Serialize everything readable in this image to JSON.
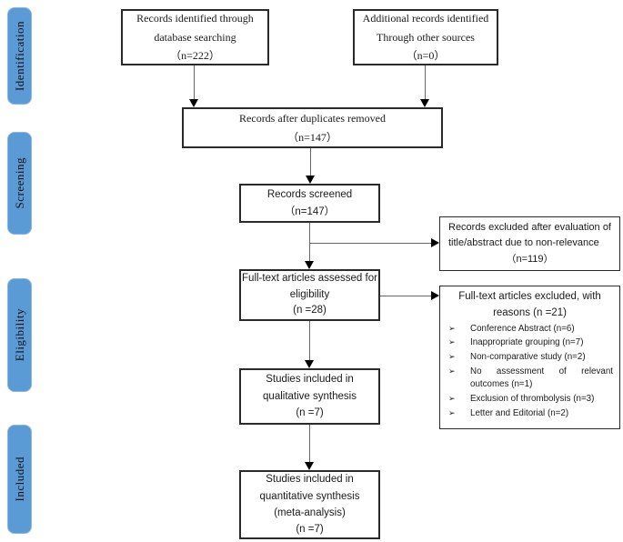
{
  "colors": {
    "stage_ribbon": "#5b9bd5",
    "box_border": "#2a2a2a",
    "arrow": "#000000"
  },
  "sidebar": {
    "items": [
      {
        "label": "Identification"
      },
      {
        "label": "Screening"
      },
      {
        "label": "Eligibility"
      },
      {
        "label": "Included"
      }
    ]
  },
  "boxes": {
    "db_search": {
      "lines": [
        "Records identified through",
        "database searching",
        "（n=222）"
      ]
    },
    "other_sources": {
      "lines": [
        "Additional records identified",
        "Through other sources",
        "（n=0）"
      ]
    },
    "duplicates_removed": {
      "lines": [
        "Records after duplicates removed",
        "（n=147）"
      ]
    },
    "records_screened": {
      "lines": [
        "Records screened",
        "（n=147）"
      ]
    },
    "records_excluded": {
      "body": "Records excluded after evaluation of title/abstract due to non-relevance",
      "count": "（n=119）"
    },
    "fulltext_assessed": {
      "lines": [
        "Full-text articles assessed for",
        "eligibility",
        "(n =28)"
      ]
    },
    "fulltext_excluded": {
      "title_lines": [
        "Full-text articles excluded, with",
        "reasons (n =21)"
      ],
      "bullet": "➢",
      "reasons": [
        "Conference Abstract (n=6)",
        "Inappropriate grouping (n=7)",
        "Non-comparative study (n=2)",
        "No assessment of relevant outcomes (n=1)",
        "Exclusion of thrombolysis (n=3)",
        "Letter and Editorial (n=2)"
      ]
    },
    "qualitative": {
      "lines": [
        "Studies included in",
        "qualitative synthesis",
        "(n =7)"
      ]
    },
    "quantitative": {
      "lines": [
        "Studies included in",
        "quantitative synthesis",
        "(meta-analysis)",
        "(n =7)"
      ]
    }
  }
}
